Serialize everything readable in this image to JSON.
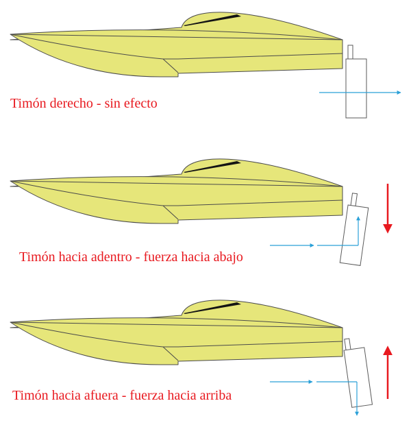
{
  "colors": {
    "hull_fill": "#e6e67a",
    "canopy": "#141414",
    "caption_text": "#e8191f",
    "water_flow": "#2aa0d8",
    "force_arrow": "#e8191f"
  },
  "panels": [
    {
      "caption": "Timón derecho - sin efecto",
      "rudder": "straight",
      "force": "none"
    },
    {
      "caption": "Timón hacia adentro - fuerza hacia abajo",
      "rudder": "inward",
      "force": "down"
    },
    {
      "caption": "Timón hacia afuera - fuerza hacia arriba",
      "rudder": "outward",
      "force": "up"
    }
  ]
}
